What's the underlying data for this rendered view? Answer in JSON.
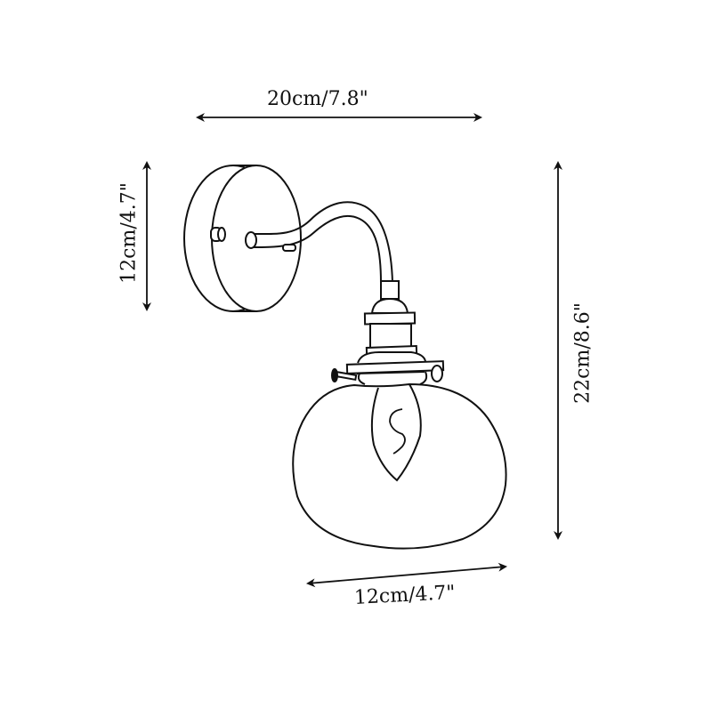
{
  "diagram": {
    "subject": "wall sconce lamp dimension drawing",
    "stroke_color": "#111111",
    "background": "#ffffff",
    "dimensions": {
      "total_width": "20cm/7.8\"",
      "backplate_height": "12cm/4.7\"",
      "total_height": "22cm/8.6\"",
      "shade_width": "12cm/4.7\""
    },
    "parts": [
      "backplate",
      "gooseneck-arm",
      "socket",
      "shade-fitter",
      "thumb-screw",
      "globe-shade",
      "filament-bulb"
    ]
  }
}
